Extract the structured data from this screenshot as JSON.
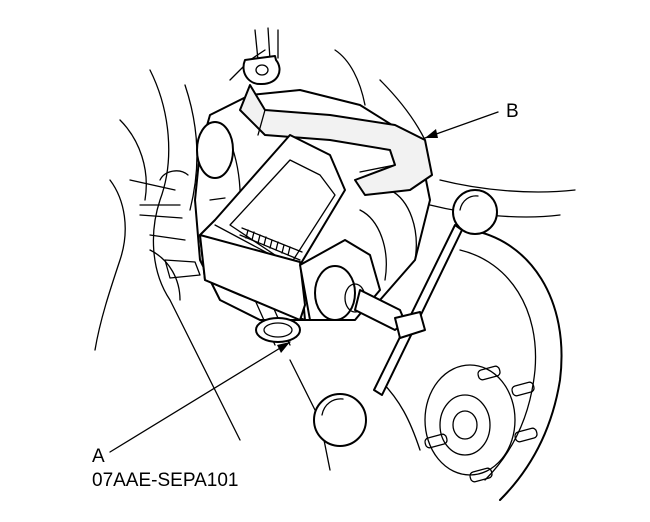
{
  "labels": {
    "callout_a": "A",
    "callout_b": "B",
    "tool_number": "07AAE-SEPA101"
  },
  "colors": {
    "ink": "#000000",
    "paper": "#ffffff"
  }
}
